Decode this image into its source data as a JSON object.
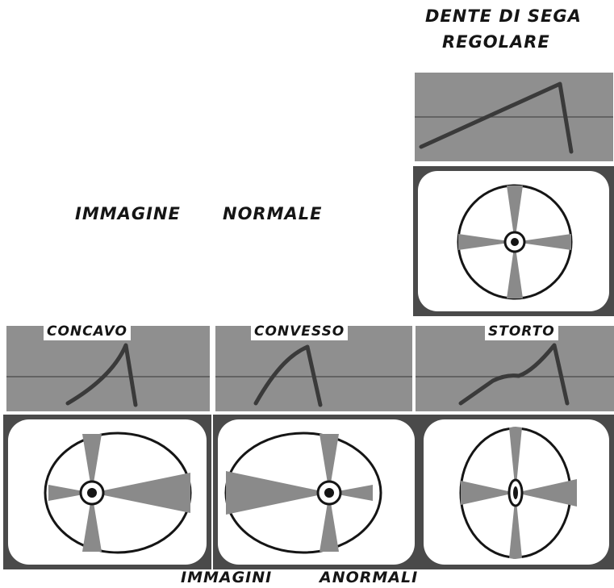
{
  "header": {
    "line1": "DENTE DI SEGA",
    "line2": "REGOLARE"
  },
  "normal_caption": {
    "word1": "IMMAGINE",
    "word2": "NORMALE"
  },
  "panels": {
    "concave_label": "CONCAVO",
    "convex_label": "CONVESSO",
    "twisted_label": "STORTO"
  },
  "footer": {
    "word1": "IMMAGINI",
    "word2": "ANORMALI"
  },
  "colors": {
    "scope_background": "#8f8f8f",
    "trace": "#3a3a3a",
    "tv_frame": "#4a4a4a",
    "screen": "#ffffff",
    "sector_fill": "#8a8a8a"
  }
}
